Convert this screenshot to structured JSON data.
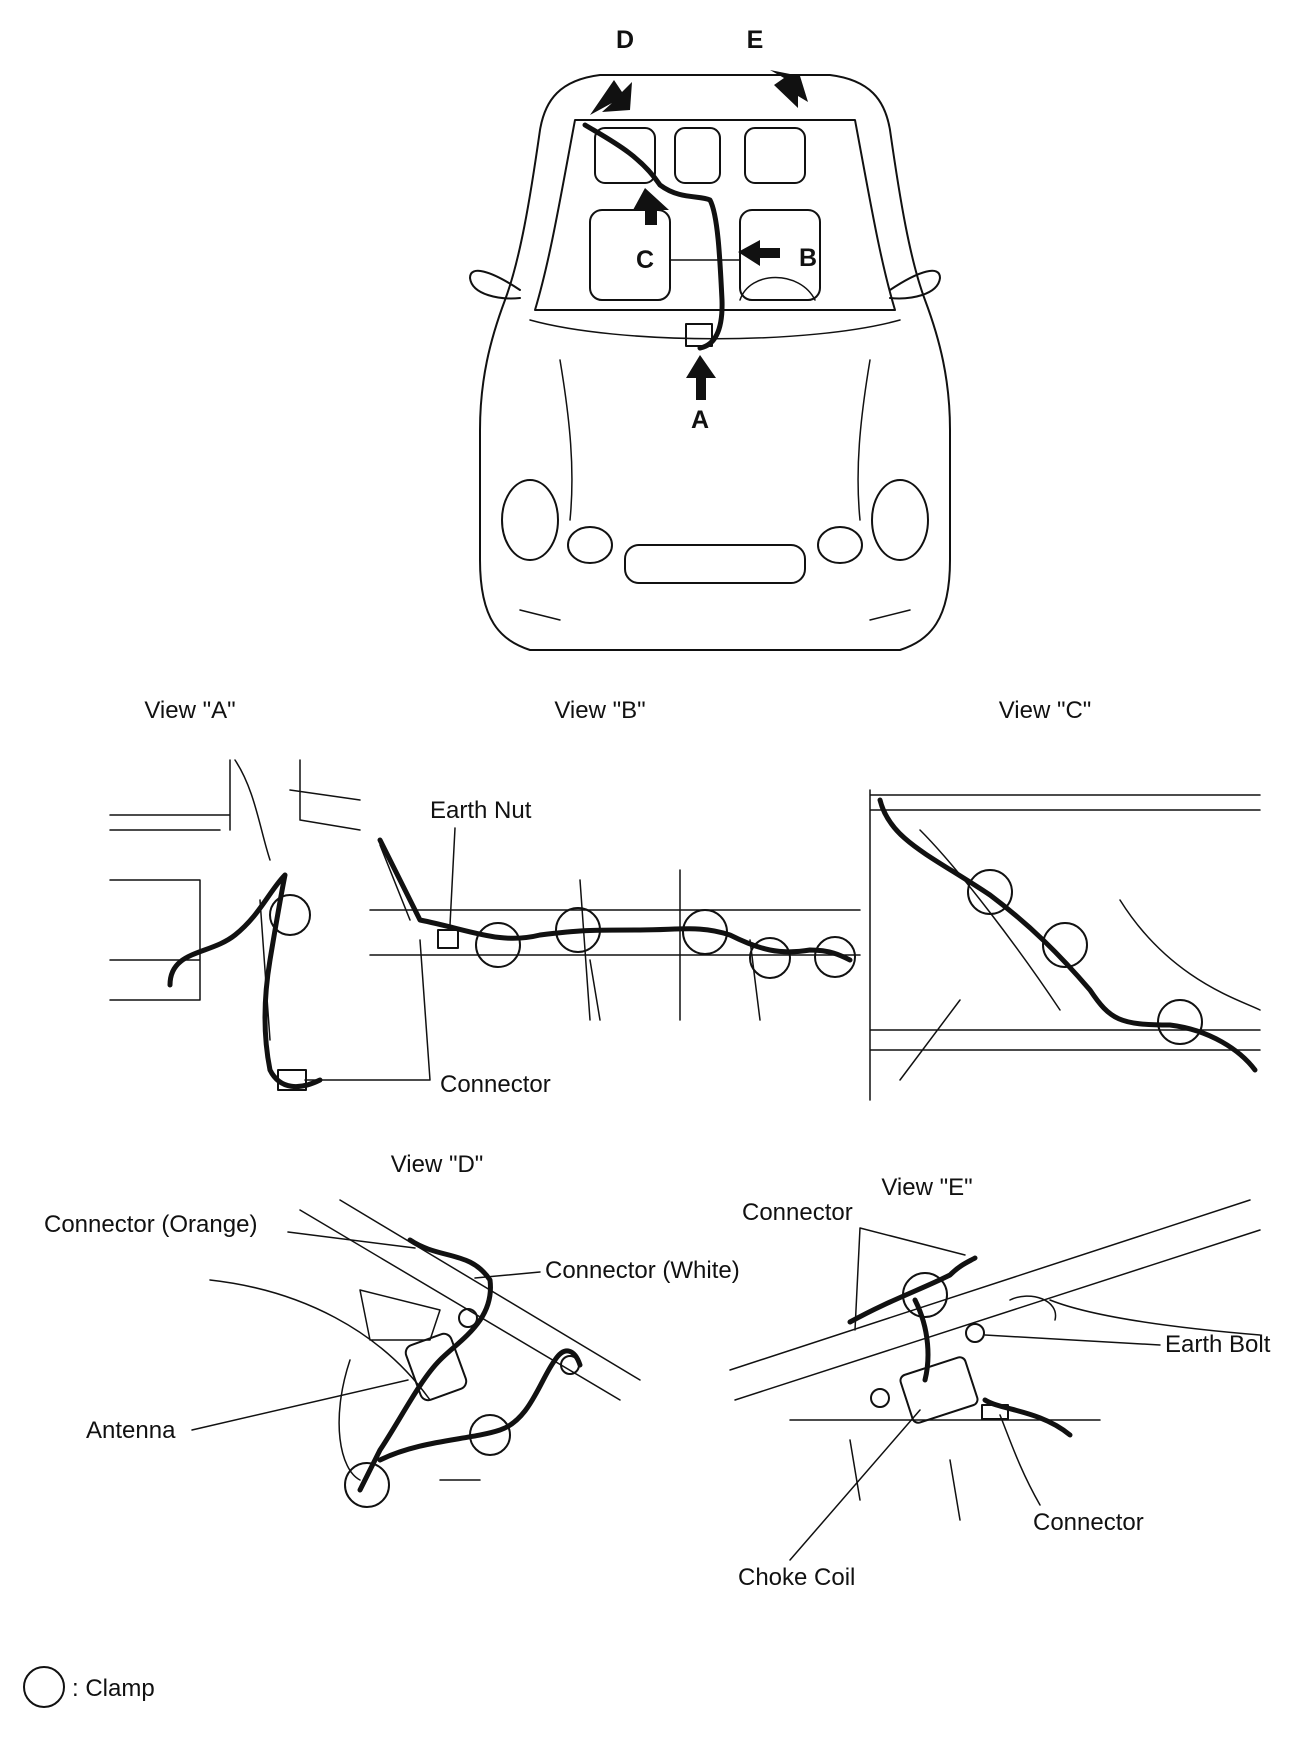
{
  "car_view": {
    "labels": [
      "D",
      "E",
      "C",
      "B",
      "A"
    ]
  },
  "views": {
    "a": {
      "title": "View \"A\""
    },
    "b": {
      "title": "View \"B\"",
      "earth_nut": "Earth Nut",
      "connector": "Connector"
    },
    "c": {
      "title": "View \"C\""
    },
    "d": {
      "title": "View \"D\"",
      "connector_orange": "Connector (Orange)",
      "connector_white": "Connector (White)",
      "antenna": "Antenna"
    },
    "e": {
      "title": "View \"E\"",
      "connector_top": "Connector",
      "earth_bolt": "Earth Bolt",
      "connector_bottom": "Connector",
      "choke_coil": "Choke Coil"
    }
  },
  "legend": {
    "symbol": "clamp-circle",
    "label": ": Clamp"
  }
}
